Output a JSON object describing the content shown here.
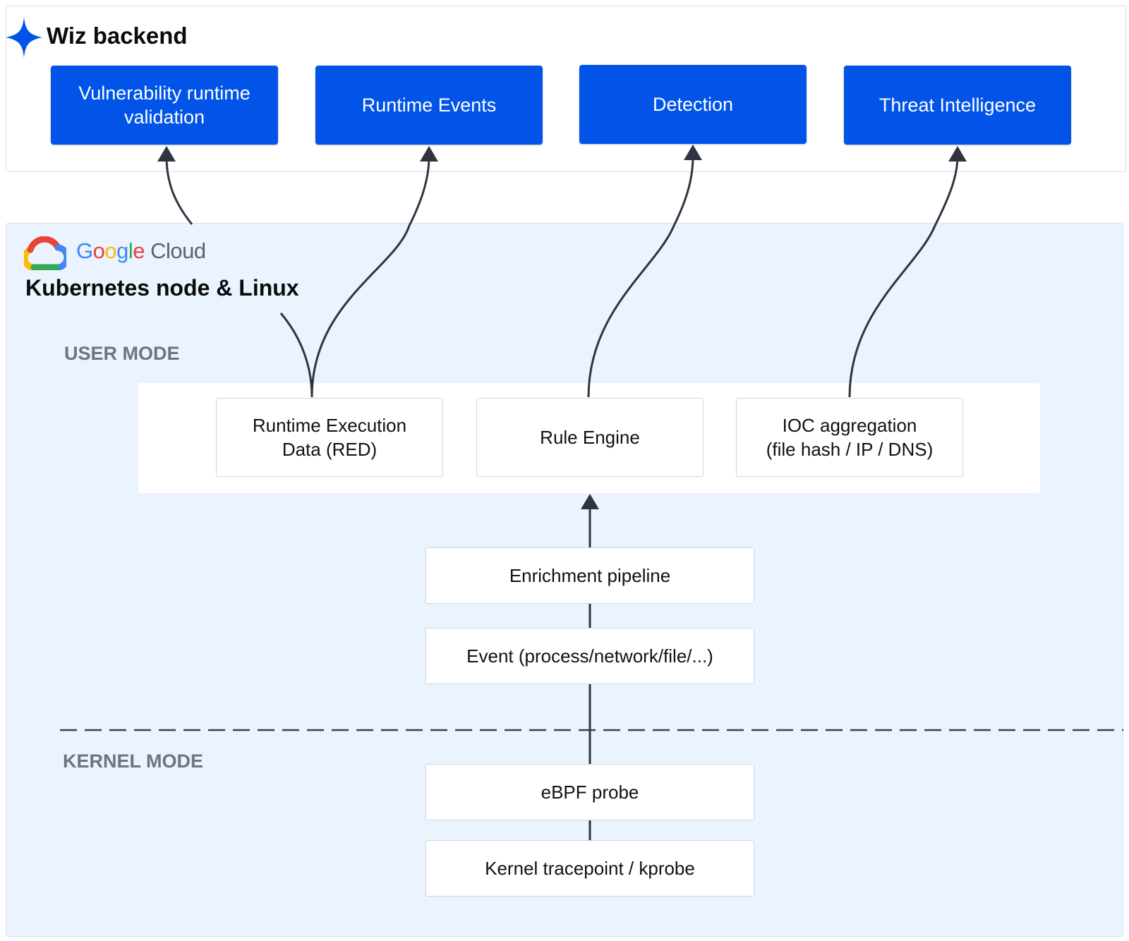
{
  "wiz_backend": {
    "title": "Wiz backend",
    "logo_icon": "four-point-star-icon",
    "accent_color": "#0254e9",
    "boxes": [
      {
        "label": "Vulnerability runtime\nvalidation"
      },
      {
        "label": "Runtime Events"
      },
      {
        "label": "Detection"
      },
      {
        "label": "Threat Intelligence"
      }
    ]
  },
  "google_cloud": {
    "logo_icon": "google-cloud-logo-icon",
    "wordmark_g": "G",
    "wordmark_o1": "o",
    "wordmark_o2": "o",
    "wordmark_g2": "g",
    "wordmark_l": "l",
    "wordmark_e": "e",
    "wordmark_cloud": " Cloud",
    "title": "Kubernetes node & Linux",
    "panel_color": "#eaf3fe"
  },
  "user_mode": {
    "label": "USER MODE",
    "boxes": [
      {
        "label": "Runtime Execution\nData (RED)"
      },
      {
        "label": "Rule Engine"
      },
      {
        "label": "IOC aggregation\n(file hash / IP / DNS)"
      }
    ]
  },
  "pipeline": {
    "enrichment": "Enrichment pipeline",
    "event": "Event (process/network/file/...)"
  },
  "kernel_mode": {
    "label": "KERNEL MODE",
    "ebpf": "eBPF probe",
    "tracepoint": "Kernel tracepoint / kprobe"
  },
  "connector_color": "#2f3540"
}
